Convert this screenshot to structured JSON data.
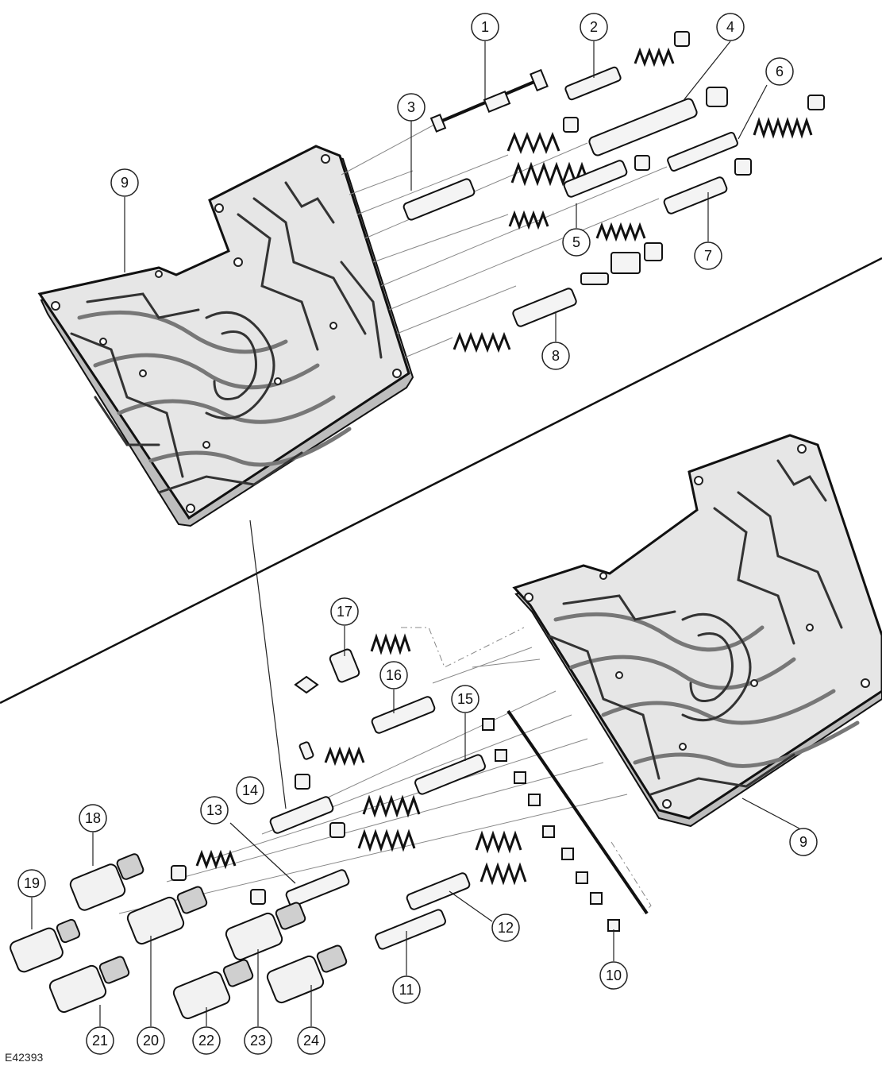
{
  "figure_id": "E42393",
  "callouts": [
    {
      "id": "c1",
      "label": "1"
    },
    {
      "id": "c2",
      "label": "2"
    },
    {
      "id": "c3",
      "label": "3"
    },
    {
      "id": "c4",
      "label": "4"
    },
    {
      "id": "c5",
      "label": "5"
    },
    {
      "id": "c6",
      "label": "6"
    },
    {
      "id": "c7",
      "label": "7"
    },
    {
      "id": "c8",
      "label": "8"
    },
    {
      "id": "c9a",
      "label": "9"
    },
    {
      "id": "c9b",
      "label": "9"
    },
    {
      "id": "c10",
      "label": "10"
    },
    {
      "id": "c11",
      "label": "11"
    },
    {
      "id": "c12",
      "label": "12"
    },
    {
      "id": "c13",
      "label": "13"
    },
    {
      "id": "c14",
      "label": "14"
    },
    {
      "id": "c15",
      "label": "15"
    },
    {
      "id": "c16",
      "label": "16"
    },
    {
      "id": "c17",
      "label": "17"
    },
    {
      "id": "c18",
      "label": "18"
    },
    {
      "id": "c19",
      "label": "19"
    },
    {
      "id": "c20",
      "label": "20"
    },
    {
      "id": "c21",
      "label": "21"
    },
    {
      "id": "c22",
      "label": "22"
    },
    {
      "id": "c23",
      "label": "23"
    },
    {
      "id": "c24",
      "label": "24"
    }
  ]
}
